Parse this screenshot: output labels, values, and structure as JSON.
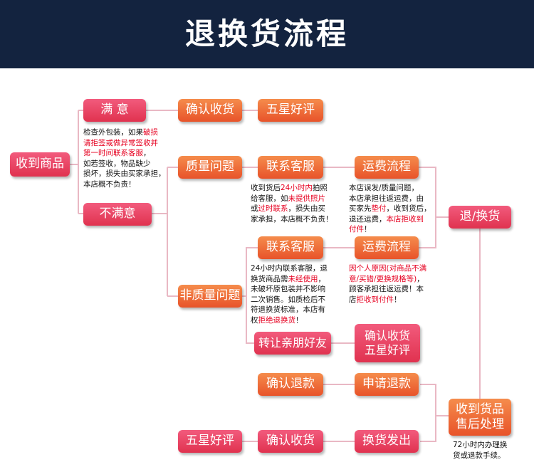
{
  "header": {
    "title": "退换货流程"
  },
  "colors": {
    "header_bg": "#13233f",
    "pink": "#e83a59",
    "orange": "#ee6a37",
    "line": "#e9b8c4",
    "highlight": "#e60020"
  },
  "nodes": {
    "received": "收到商品",
    "satisfied": "满 意",
    "unsatisfied": "不满意",
    "confirm_receipt_1": "确认收货",
    "five_star_1": "五星好评",
    "quality_issue": "质量问题",
    "non_quality_issue": "非质量问题",
    "contact_cs_1": "联系客服",
    "contact_cs_2": "联系客服",
    "shipping_flow_1": "运费流程",
    "shipping_flow_2": "运费流程",
    "return_exchange": "退/换货",
    "transfer_friends": "转让亲朋好友",
    "confirm_receipt_star": "确认收货\n五星好评",
    "confirm_refund": "确认退款",
    "apply_refund": "申请退款",
    "after_sale": "收到货品\n售后处理",
    "five_star_2": "五星好评",
    "confirm_receipt_2": "确认收货",
    "exchange_ship": "换货发出"
  },
  "notes": {
    "inspect": {
      "a": "检查外包装，如果",
      "b": "破损\n请拒签或做异常签收并\n第一时间联系客服",
      "c": "，\n如若签收，物品缺少\n损坏，损失由买家承担，\n本店概不负责！"
    },
    "quality_contact": {
      "a": "收到货后",
      "b": "24小时内",
      "c": "拍照\n给客服，如",
      "d": "未提供照片",
      "e": "\n或",
      "f": "过时联系",
      "g": "，损失由买\n家承担，本店概不负责！"
    },
    "quality_shipping": {
      "a": "本店误发/质量问题，\n本店承担往返运费，由\n买家先",
      "b": "垫付",
      "c": "，收到货后，\n退还运费，",
      "d": "本店拒收到\n付件",
      "e": "！"
    },
    "nonquality_contact": {
      "a": "24小时内联系客服，退\n换货商品需",
      "b": "未经使用",
      "c": "，\n未破坏原包装并不影响\n二次销售。如质检后不\n符退换货标准，本店有\n权",
      "d": "拒绝退换货",
      "e": "！"
    },
    "nonquality_shipping": {
      "a": "因个人原因(对商品不满\n意/买错/更换规格等)",
      "b": "，\n顾客承担往返运费！本\n店",
      "c": "拒收到付件",
      "d": "！"
    },
    "refund_time": {
      "a": "72小时内办理换\n货或退款手续。"
    }
  }
}
